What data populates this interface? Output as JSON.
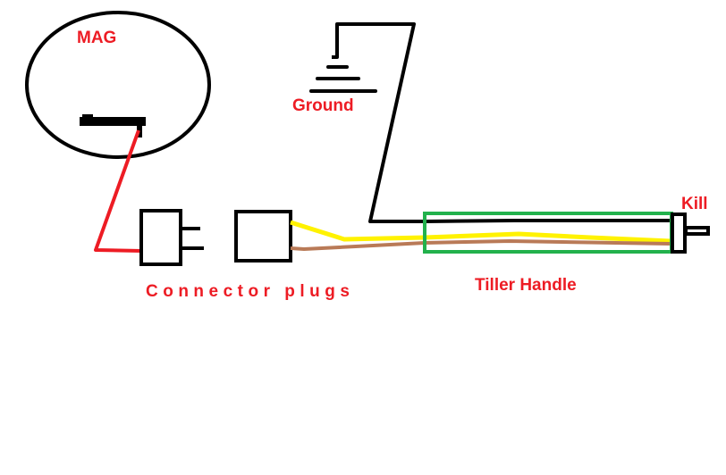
{
  "labels": {
    "mag": "MAG",
    "ground": "Ground",
    "connector": "Connector plugs",
    "tiller": "Tiller Handle",
    "kill": "Kill"
  },
  "colors": {
    "label": "#ed1c24",
    "outline": "#000000",
    "mag_wire": "#ed1c24",
    "yellow_wire": "#fff200",
    "brown_wire": "#b97a57",
    "tiller_outline": "#22b14c"
  }
}
